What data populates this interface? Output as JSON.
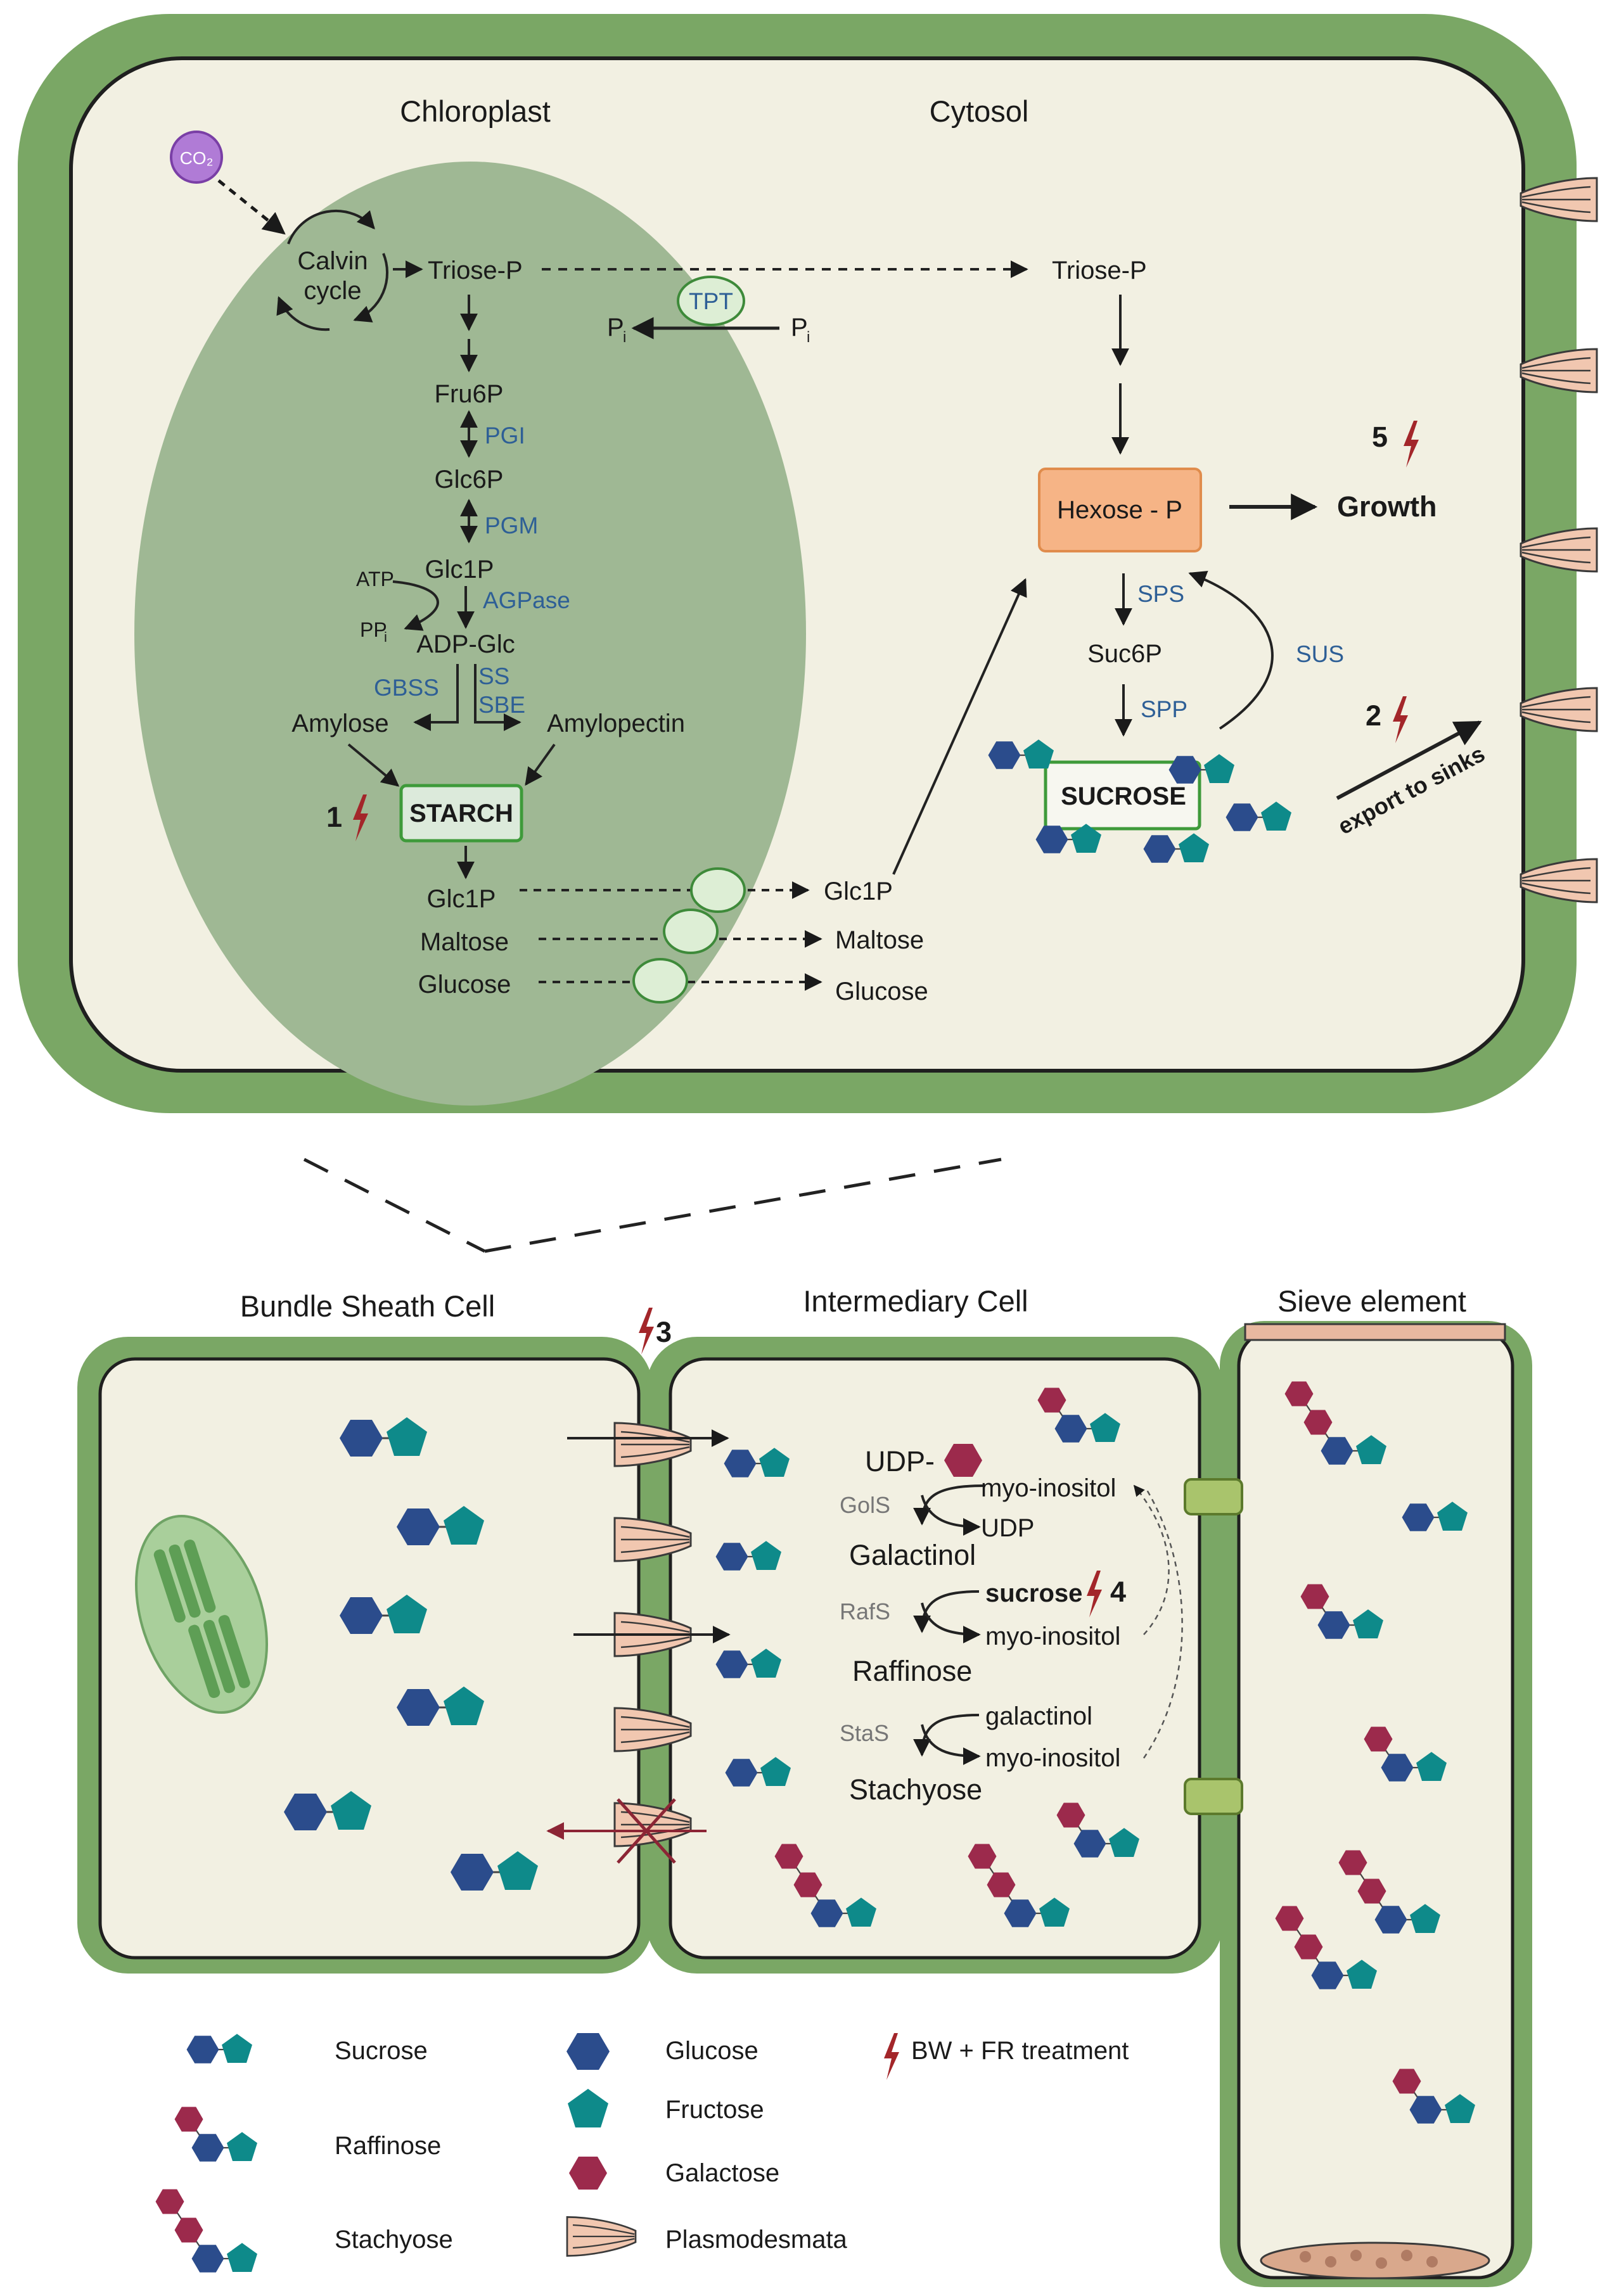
{
  "colors": {
    "cell_wall": "#7aa765",
    "cytoplasm": "#f2f0e2",
    "chloroplast": "#9fb894",
    "glucose": "#2b4c8c",
    "fructose": "#0e8a8a",
    "galactose": "#9c2a4c",
    "enzyme_text": "#2e5f96",
    "lightning": "#a3262a",
    "hexose_box": "#f6b486",
    "starch_box": "#dceadb"
  },
  "top_cell": {
    "compartments": {
      "chloroplast": "Chloroplast",
      "cytosol": "Cytosol"
    },
    "co2": "CO₂",
    "calvin_cycle": [
      "Calvin",
      "cycle"
    ],
    "metabolites": {
      "triose_p_chloro": "Triose-P",
      "triose_p_cyto": "Triose-P",
      "fru6p": "Fru6P",
      "glc6p": "Glc6P",
      "glc1p_upper": "Glc1P",
      "adp_glc": "ADP-Glc",
      "atp": "ATP",
      "ppi": "PP",
      "amylose": "Amylose",
      "amylopectin": "Amylopectin",
      "starch": "STARCH",
      "glc1p_lower": "Glc1P",
      "maltose": "Maltose",
      "glucose": "Glucose",
      "glc1p_out": "Glc1P",
      "maltose_out": "Maltose",
      "glucose_out": "Glucose",
      "pi_left": "P",
      "pi_right": "P",
      "pi_sub": "i",
      "hexose_p": "Hexose - P",
      "growth": "Growth",
      "suc6p": "Suc6P",
      "sucrose": "SUCROSE",
      "export": "export to sinks"
    },
    "enzymes": {
      "tpt": "TPT",
      "pgi": "PGI",
      "pgm": "PGM",
      "agpase": "AGPase",
      "gbss": "GBSS",
      "ss": "SS",
      "sbe": "SBE",
      "sps": "SPS",
      "spp": "SPP",
      "sus": "SUS"
    },
    "markers": {
      "m1": "1",
      "m2": "2",
      "m5": "5"
    }
  },
  "bottom": {
    "headers": {
      "bundle_sheath": "Bundle Sheath Cell",
      "intermediary": "Intermediary Cell",
      "sieve": "Sieve element"
    },
    "marker3": "3",
    "marker4": "4",
    "pathway": {
      "udp_prefix": "UDP-",
      "myo1": "myo-inositol",
      "udp": "UDP",
      "gols": "GolS",
      "galactinol": "Galactinol",
      "sucrose": "sucrose",
      "rafs": "RafS",
      "myo2": "myo-inositol",
      "raffinose": "Raffinose",
      "galactinol2": "galactinol",
      "stas": "StaS",
      "myo3": "myo-inositol",
      "stachyose": "Stachyose"
    }
  },
  "legend": {
    "sucrose": "Sucrose",
    "raffinose": "Raffinose",
    "stachyose": "Stachyose",
    "glucose": "Glucose",
    "fructose": "Fructose",
    "galactose": "Galactose",
    "plasmodesmata": "Plasmodesmata",
    "treatment": "BW + FR treatment"
  }
}
